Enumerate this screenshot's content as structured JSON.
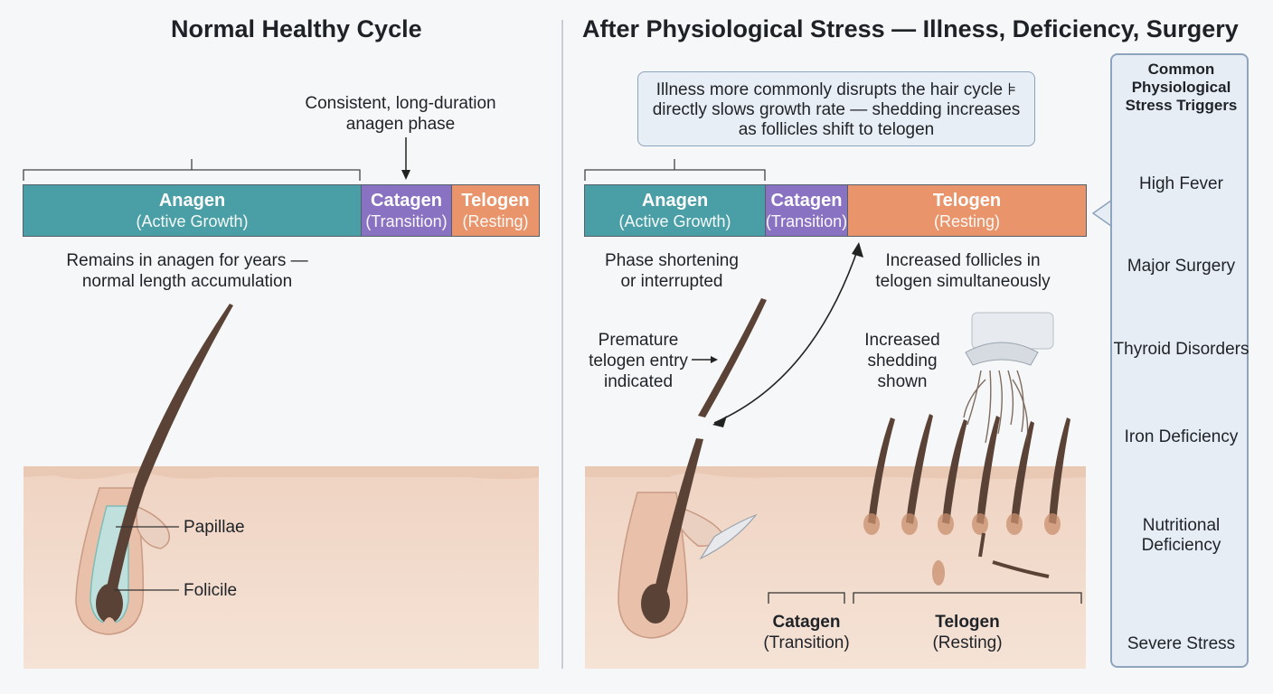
{
  "left_panel": {
    "title": "Normal Healthy Cycle",
    "annotation_top": [
      "Consistent, long-duration",
      "anagen phase"
    ],
    "phases": [
      {
        "name": "Anagen",
        "sub": "(Active Growth)"
      },
      {
        "name": "Catagen",
        "sub": "(Transition)"
      },
      {
        "name": "Telogen",
        "sub": "(Resting)"
      }
    ],
    "annotation_below": [
      "Remains in anagen for years —",
      "normal length accumulation"
    ],
    "labels": {
      "papillae": "Papillae",
      "follicle": "Folicile"
    }
  },
  "right_panel": {
    "title": "After Physiological Stress — Illness, Deficiency, Surgery",
    "note": [
      "Illness more commonly disrupts the hair cycle ⊧",
      "directly slows growth rate — shedding increases",
      "as follicles shift to telogen"
    ],
    "phases": [
      {
        "name": "Anagen",
        "sub": "(Active Growth)"
      },
      {
        "name": "Catagen",
        "sub": "(Transition)"
      },
      {
        "name": "Telogen",
        "sub": "(Resting)"
      }
    ],
    "phase_shortening": [
      "Phase shortening",
      "or interrupted"
    ],
    "increased_follicles": [
      "Increased follicles in",
      "telogen simultaneously"
    ],
    "premature": [
      "Premature",
      "telogen entry",
      "indicated"
    ],
    "shedding": [
      "Increased",
      "shedding",
      "shown"
    ],
    "bottom_labels": [
      {
        "name": "Catagen",
        "sub": "(Transition)"
      },
      {
        "name": "Telogen",
        "sub": "(Resting)"
      }
    ]
  },
  "triggers": {
    "title": [
      "Common",
      "Physiological",
      "Stress Triggers"
    ],
    "items": [
      {
        "label": [
          "High Fever"
        ],
        "icon": "thermometer-fire-icon"
      },
      {
        "label": [
          "Major Surgery"
        ],
        "icon": "scalpel-icon"
      },
      {
        "label": [
          "Thyroid Disorders"
        ],
        "icon": "thyroid-icon"
      },
      {
        "label": [
          "Iron Deficiency"
        ],
        "icon": "molecule-icon"
      },
      {
        "label": [
          "Nutritional",
          "Deficiency"
        ],
        "icon": "nutrition-icon"
      },
      {
        "label": [
          "Severe Stress"
        ],
        "icon": "stressed-face-cloud-icon"
      }
    ]
  },
  "colors": {
    "anagen": "#4a9ea6",
    "catagen": "#8a72c2",
    "telogen": "#e9946a",
    "skin": "#f3dccd",
    "hair": "#5a4236"
  }
}
